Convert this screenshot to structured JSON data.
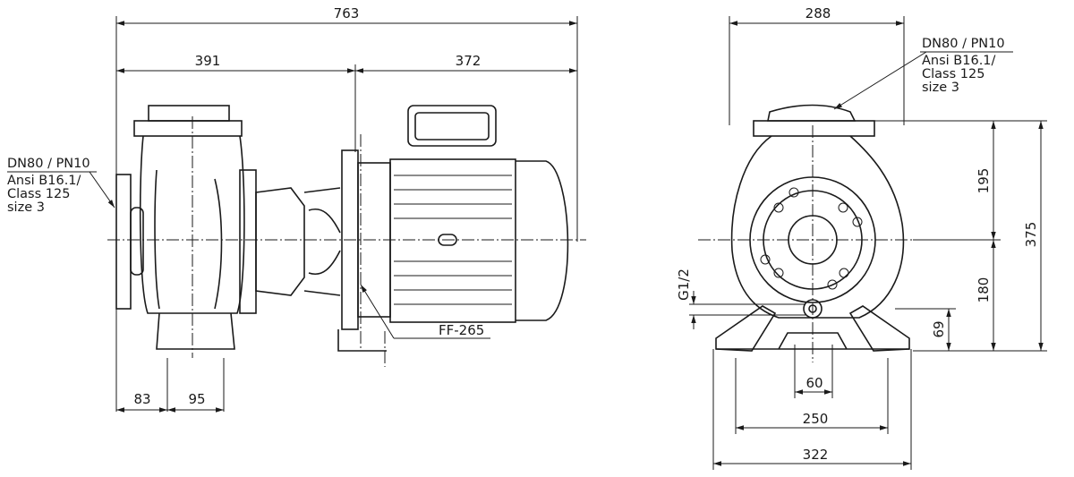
{
  "title": "Pump dimension drawing",
  "side_view": {
    "overall_length": "763",
    "pump_length": "391",
    "motor_length": "372",
    "foot_offset": "83",
    "foot_spacing": "95",
    "flange_label": "FF-265",
    "connection": {
      "line1": "DN80 / PN10",
      "line2": "Ansi B16.1/",
      "line3": "Class 125",
      "line4": "size 3"
    }
  },
  "front_view": {
    "overall_width": "288",
    "height_upper": "195",
    "height_total": "375",
    "height_lower": "180",
    "drain_height": "69",
    "drain_label": "G1/2",
    "foot_hole_spacing": "60",
    "base_hole_spacing": "250",
    "base_width": "322",
    "connection": {
      "line1": "DN80 / PN10",
      "line2": "Ansi B16.1/",
      "line3": "Class 125",
      "line4": "size 3"
    }
  }
}
